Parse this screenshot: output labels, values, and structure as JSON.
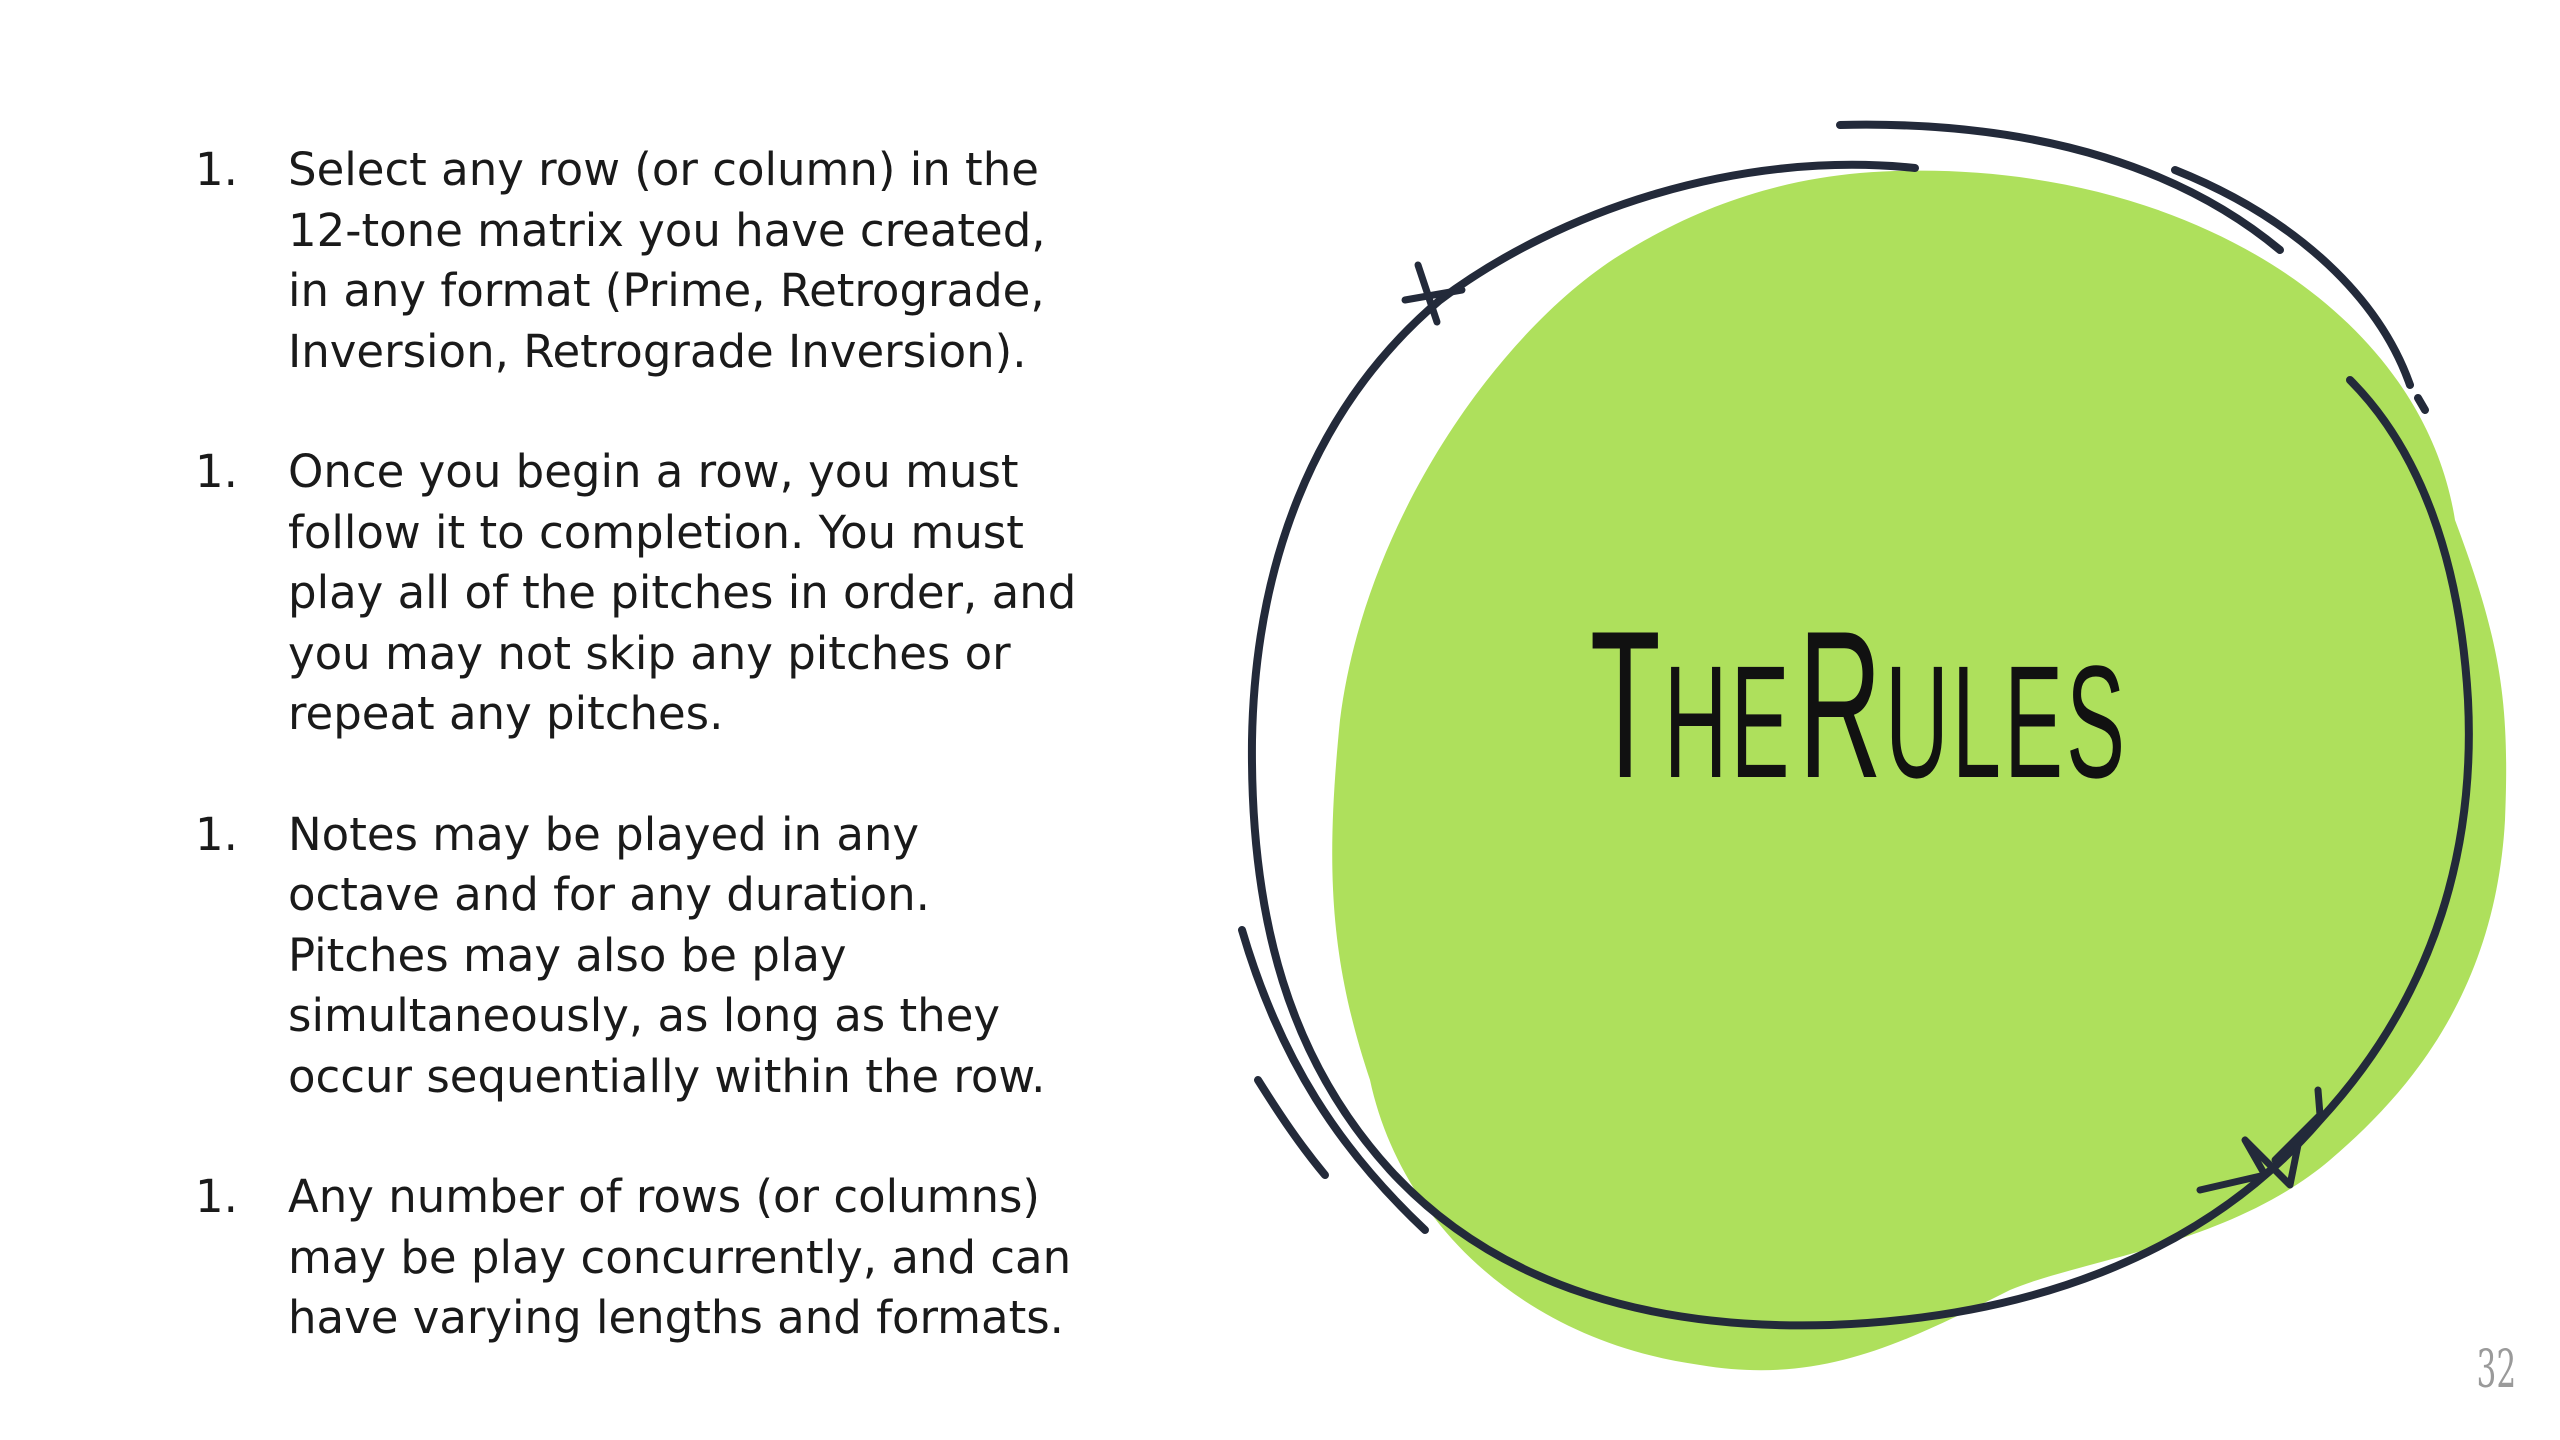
{
  "rules": [
    {
      "number": "1.",
      "lines": [
        "Select any row (or column)  in the",
        "12-tone matrix you have created,",
        "in any format (Prime, Retrograde,",
        "Inversion, Retrograde Inversion)."
      ]
    },
    {
      "number": "1.",
      "lines": [
        "Once you begin a row, you must",
        "follow it to completion. You must",
        "play all of the pitches in order, and",
        "you may not skip any pitches or",
        "repeat any pitches."
      ]
    },
    {
      "number": "1.",
      "lines": [
        "Notes may be played in any",
        "octave and for any duration.",
        "Pitches may also be play",
        "simultaneously, as long as they",
        "occur sequentially within the row."
      ]
    },
    {
      "number": "1.",
      "lines": [
        "Any number of rows (or columns)",
        "may be play concurrently, and can",
        "have varying lengths and formats."
      ]
    }
  ],
  "title": {
    "word1_initial": "T",
    "word1_rest": "HE",
    "word2_initial": "R",
    "word2_rest": "ULES"
  },
  "page_number": "32",
  "colors": {
    "blob": "#aee05c",
    "stroke": "#232a3a",
    "text": "#1a1a1a"
  }
}
